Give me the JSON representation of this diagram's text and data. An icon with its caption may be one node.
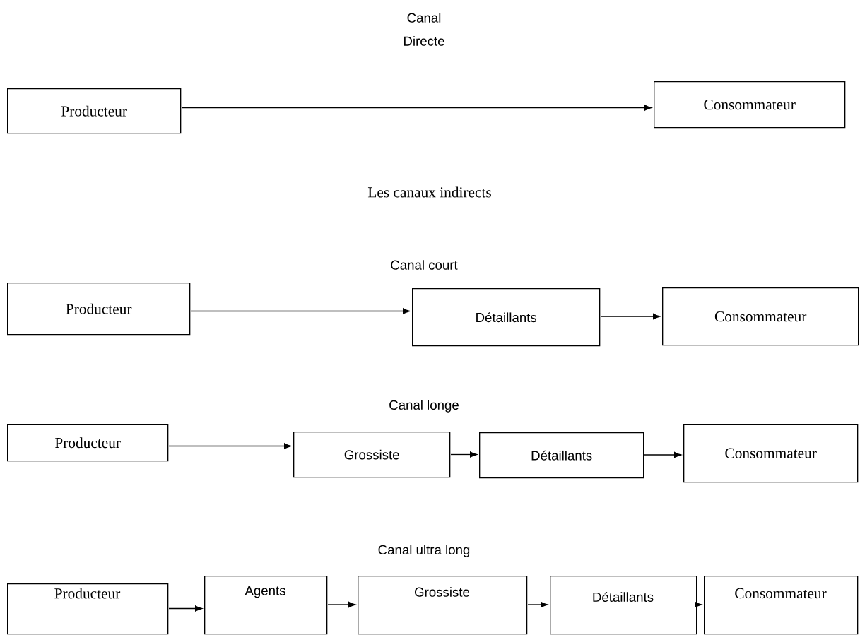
{
  "diagram": {
    "nodes": [
      {
        "text": [
          "Producteur"
        ]
      },
      {
        "text": [
          "Consommateur"
        ]
      },
      {
        "text": [
          "Producteur"
        ]
      },
      {
        "text": [
          "Détaillants"
        ]
      },
      {
        "text": [
          "Consommateur"
        ]
      },
      {
        "text": [
          "Producteur"
        ]
      },
      {
        "text": [
          "Grossiste"
        ]
      },
      {
        "text": [
          "Détaillants"
        ]
      },
      {
        "text": [
          "Consommateur"
        ]
      },
      {
        "text": [
          "Producteur"
        ]
      },
      {
        "text": [
          "Agents"
        ]
      },
      {
        "text": [
          "Grossiste"
        ]
      },
      {
        "text": [
          "Détaillants"
        ]
      },
      {
        "text": [
          "Consommateur"
        ]
      }
    ],
    "edges": [
      {
        "from": 0,
        "to": 1,
        "arrow": "to"
      },
      {
        "from": 2,
        "to": 3,
        "arrow": "to"
      },
      {
        "from": 3,
        "to": 4,
        "arrow": "to"
      },
      {
        "from": 5,
        "to": 6,
        "arrow": "to"
      },
      {
        "from": 6,
        "to": 7,
        "arrow": "to"
      },
      {
        "from": 7,
        "to": 8,
        "arrow": "to"
      },
      {
        "from": 9,
        "to": 10,
        "arrow": "to"
      },
      {
        "from": 10,
        "to": 11,
        "arrow": "to"
      },
      {
        "from": 11,
        "to": 12,
        "arrow": "to"
      },
      {
        "from": 12,
        "to": 13,
        "arrow": "to"
      }
    ],
    "labels": [
      "Canal",
      "Directe",
      "Les canaux indirects",
      "Canal court",
      "Canal longe",
      "Canal ultra long"
    ]
  }
}
